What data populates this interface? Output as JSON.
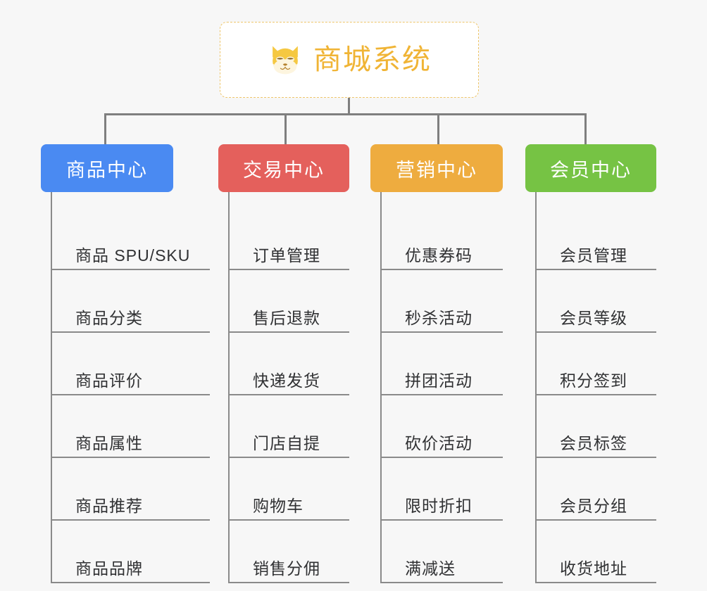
{
  "root": {
    "title": "商城系统",
    "icon": "shiba-dog-icon",
    "accent_color": "#f0b435",
    "border_color": "#eec56a",
    "background": "#ffffff"
  },
  "canvas": {
    "background": "#f7f7f7",
    "connector_color": "#7f7f7f"
  },
  "branches": [
    {
      "label": "商品中心",
      "color": "#4a8af2",
      "items": [
        {
          "label": "商品 SPU/SKU"
        },
        {
          "label": "商品分类"
        },
        {
          "label": "商品评价"
        },
        {
          "label": "商品属性"
        },
        {
          "label": "商品推荐"
        },
        {
          "label": "商品品牌"
        }
      ]
    },
    {
      "label": "交易中心",
      "color": "#e4605c",
      "items": [
        {
          "label": "订单管理"
        },
        {
          "label": "售后退款"
        },
        {
          "label": "快递发货"
        },
        {
          "label": "门店自提"
        },
        {
          "label": "购物车"
        },
        {
          "label": "销售分佣"
        }
      ]
    },
    {
      "label": "营销中心",
      "color": "#eeac3f",
      "items": [
        {
          "label": "优惠券码"
        },
        {
          "label": "秒杀活动"
        },
        {
          "label": "拼团活动"
        },
        {
          "label": "砍价活动"
        },
        {
          "label": "限时折扣"
        },
        {
          "label": "满减送"
        }
      ]
    },
    {
      "label": "会员中心",
      "color": "#76c344",
      "items": [
        {
          "label": "会员管理"
        },
        {
          "label": "会员等级"
        },
        {
          "label": "积分签到"
        },
        {
          "label": "会员标签"
        },
        {
          "label": "会员分组"
        },
        {
          "label": "收货地址"
        }
      ]
    }
  ]
}
